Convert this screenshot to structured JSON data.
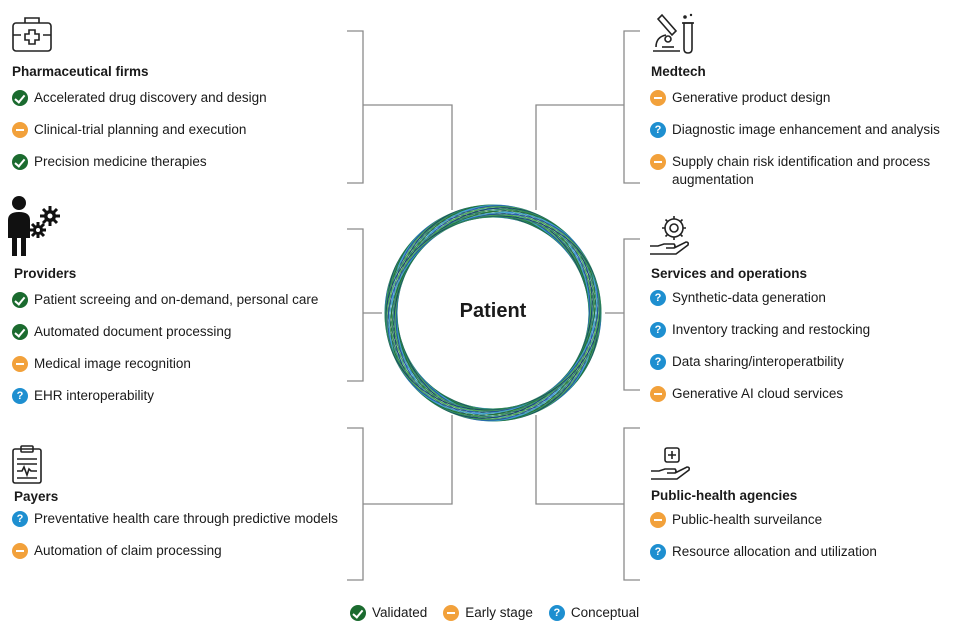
{
  "center": {
    "label": "Patient"
  },
  "indicator_colors": {
    "validated": "#1b6b2f",
    "early": "#f2a13b",
    "conceptual": "#1e8fd0"
  },
  "sections": {
    "pharma": {
      "title": "Pharmaceutical firms",
      "icon": "medical-kit-icon",
      "items": [
        {
          "status": "validated",
          "text": "Accelerated drug discovery and design"
        },
        {
          "status": "early",
          "text": "Clinical-trial planning and execution"
        },
        {
          "status": "validated",
          "text": "Precision medicine therapies"
        }
      ]
    },
    "providers": {
      "title": "Providers",
      "icon": "doctor-with-gears-icon",
      "items": [
        {
          "status": "validated",
          "text": "Patient screeing and on-demand, personal care"
        },
        {
          "status": "validated",
          "text": "Automated document processing"
        },
        {
          "status": "early",
          "text": "Medical image recognition"
        },
        {
          "status": "conceptual",
          "text": "EHR interoperability"
        }
      ]
    },
    "payers": {
      "title": "Payers",
      "icon": "clipboard-icon",
      "items": [
        {
          "status": "conceptual",
          "text": "Preventative health care through predictive models"
        },
        {
          "status": "early",
          "text": "Automation of claim processing"
        }
      ]
    },
    "medtech": {
      "title": "Medtech",
      "icon": "microscope-icon",
      "items": [
        {
          "status": "early",
          "text": "Generative product design"
        },
        {
          "status": "conceptual",
          "text": "Diagnostic image enhancement and analysis"
        },
        {
          "status": "early",
          "text": "Supply chain risk identification and process augmentation"
        }
      ]
    },
    "services": {
      "title": "Services and operations",
      "icon": "hand-gear-icon",
      "items": [
        {
          "status": "conceptual",
          "text": "Synthetic-data generation"
        },
        {
          "status": "conceptual",
          "text": "Inventory tracking and restocking"
        },
        {
          "status": "conceptual",
          "text": "Data sharing/interoperatbility"
        },
        {
          "status": "early",
          "text": "Generative AI cloud services"
        }
      ]
    },
    "public": {
      "title": "Public-health agencies",
      "icon": "hand-medical-icon",
      "items": [
        {
          "status": "early",
          "text": "Public-health surveilance"
        },
        {
          "status": "conceptual",
          "text": "Resource allocation and utilization"
        }
      ]
    }
  },
  "legend": {
    "validated": "Validated",
    "early": "Early stage",
    "conceptual": "Conceptual",
    "conceptual_glyph": "?"
  }
}
